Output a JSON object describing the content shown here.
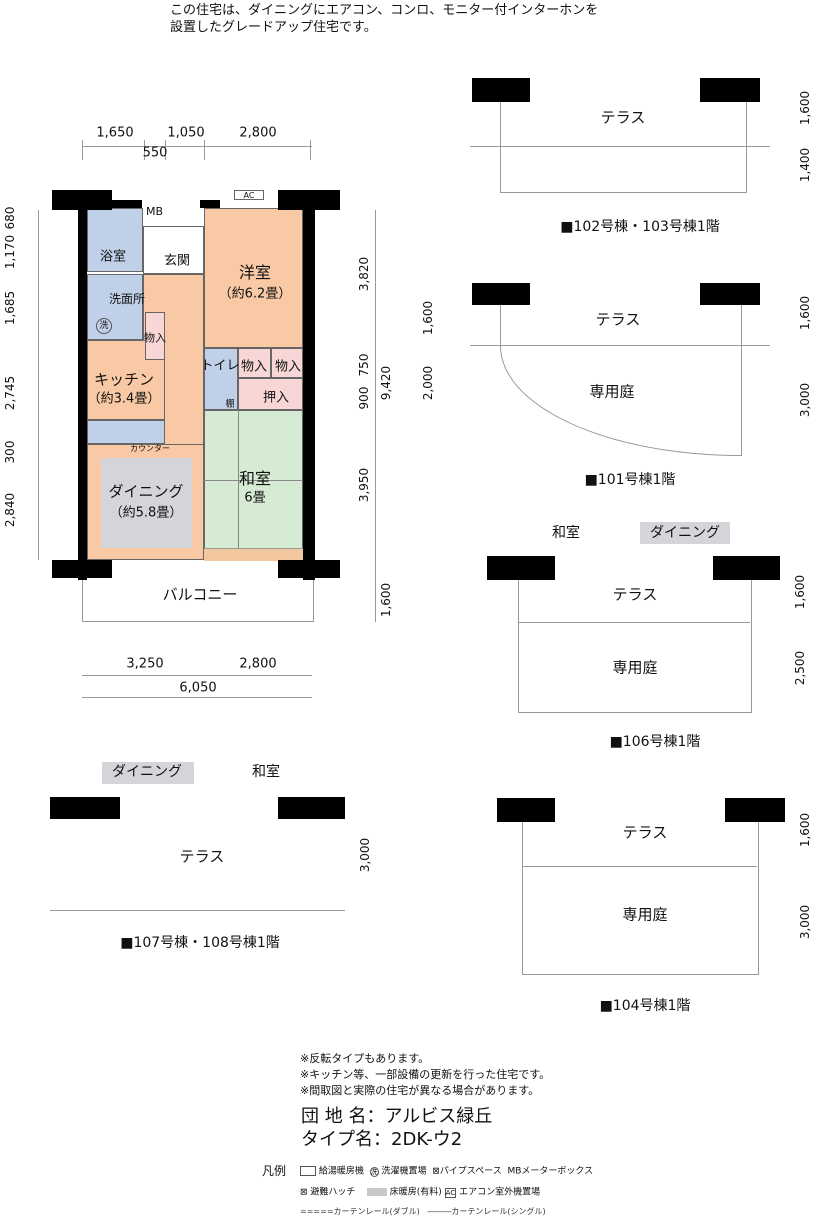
{
  "header": {
    "line1": "この住宅は、ダイニングにエアコン、コンロ、モニター付インターホンを",
    "line2": "設置したグレードアップ住宅です。"
  },
  "main_plan": {
    "rooms": {
      "bath": "浴室",
      "entrance": "玄関",
      "western": "洋室",
      "western_size": "（約6.2畳）",
      "washroom": "洗面所",
      "closet": "物入",
      "kitchen": "キッチン",
      "kitchen_size": "（約3.4畳）",
      "toilet": "トイレ",
      "closet2": "物入",
      "closet3": "物入",
      "oshiire": "押入",
      "shelf": "棚",
      "japanese": "和室",
      "japanese_size": "6畳",
      "dining": "ダイニング",
      "dining_size": "（約5.8畳）",
      "counter": "カウンター",
      "balcony": "バルコニー",
      "mb": "MB",
      "ac": "AC",
      "washer": "洗"
    },
    "dims_top": [
      "1,650",
      "1,050",
      "2,800"
    ],
    "dim_top_small": "550",
    "dims_left": [
      "680",
      "1,170",
      "1,685",
      "2,745",
      "300",
      "2,840"
    ],
    "dims_right": [
      "3,820",
      "750",
      "900",
      "3,950",
      "1,600"
    ],
    "dim_total_right": "9,420",
    "dims_bottom": [
      "3,250",
      "2,800"
    ],
    "dim_total_bottom": "6,050"
  },
  "variants": [
    {
      "caption": "■102号棟・103号棟1階",
      "terrace": "テラス",
      "dims": [
        "1,600",
        "1,400"
      ]
    },
    {
      "caption": "■101号棟1階",
      "terrace": "テラス",
      "garden": "専用庭",
      "dims_left": [
        "1,600",
        "2,000"
      ],
      "dims": [
        "1,600",
        "3,000"
      ]
    },
    {
      "caption": "■106号棟1階",
      "room1": "和室",
      "room2": "ダイニング",
      "terrace": "テラス",
      "garden": "専用庭",
      "dims": [
        "1,600",
        "2,500"
      ]
    },
    {
      "caption": "■107号棟・108号棟1階",
      "room1": "ダイニング",
      "room2": "和室",
      "terrace": "テラス",
      "dims": [
        "3,000"
      ]
    },
    {
      "caption": "■104号棟1階",
      "terrace": "テラス",
      "garden": "専用庭",
      "dims": [
        "1,600",
        "3,000"
      ]
    }
  ],
  "notes": [
    "※反転タイプもあります。",
    "※キッチン等、一部設備の更新を行った住宅です。",
    "※間取図と実際の住宅が異なる場合があります。"
  ],
  "info": {
    "complex_label": "団 地 名",
    "complex_name": "アルビス緑丘",
    "type_label": "タイプ名",
    "type_name": "2DK-ウ2",
    "sep": "："
  },
  "legend": {
    "title": "凡例",
    "items": [
      "給湯暖房機",
      "洗濯機置場",
      "パイプスペース",
      "MBメーターボックス",
      "避難ハッチ",
      "床暖房(有料)",
      "エアコン室外機置場",
      "カーテンレール(ダブル)",
      "カーテンレール(シングル)"
    ],
    "washer_glyph": "洗",
    "ac_glyph": "AC"
  }
}
